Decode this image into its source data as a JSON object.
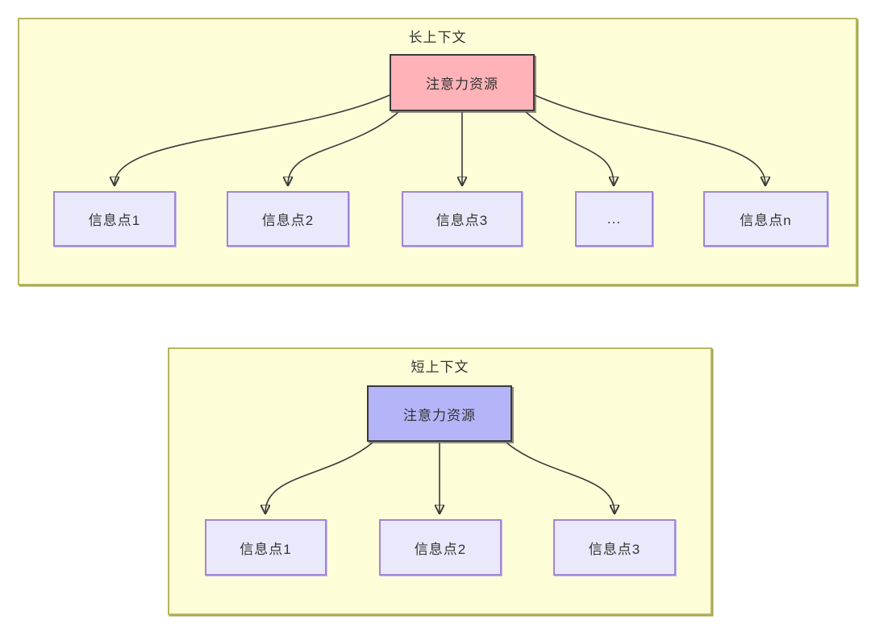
{
  "colors": {
    "canvas_bg": "#ffffff",
    "container_bg": "#fdfdd8",
    "container_border": "#b5b55e",
    "root_border": "#3a3a3a",
    "info_fill": "#e9e9fb",
    "info_border": "#9f86d8",
    "arrow": "#3a3a3a",
    "text": "#333333"
  },
  "diagram": {
    "long_context": {
      "title": "长上下文",
      "root_label": "注意力资源",
      "root_fill": "#ffb2b8",
      "children": [
        {
          "label": "信息点1"
        },
        {
          "label": "信息点2"
        },
        {
          "label": "信息点3"
        },
        {
          "label": "..."
        },
        {
          "label": "信息点n"
        }
      ]
    },
    "short_context": {
      "title": "短上下文",
      "root_label": "注意力资源",
      "root_fill": "#b4b4f8",
      "children": [
        {
          "label": "信息点1"
        },
        {
          "label": "信息点2"
        },
        {
          "label": "信息点3"
        }
      ]
    }
  }
}
